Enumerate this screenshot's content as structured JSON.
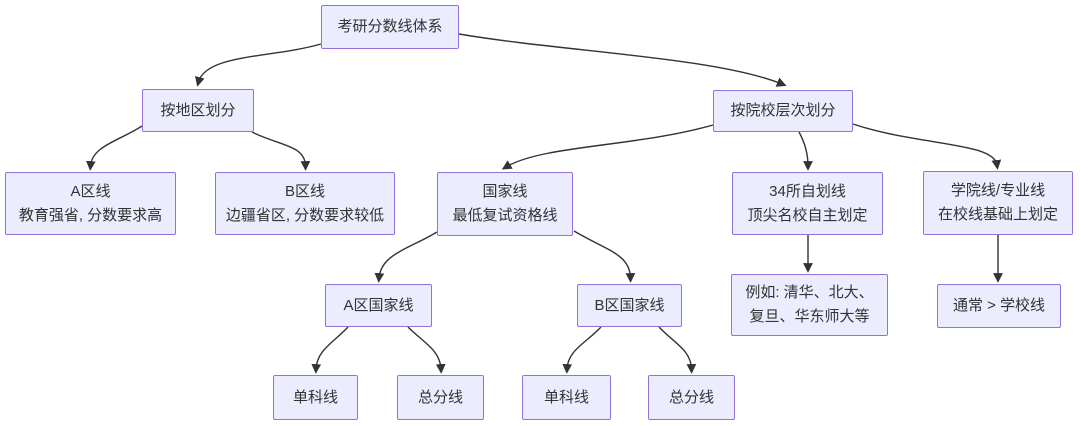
{
  "diagram": {
    "type": "flowchart",
    "direction": "top-down",
    "title": "考研分数线体系",
    "colors": {
      "background": "#ffffff",
      "node_fill": "#ECECFF",
      "node_border": "#9370DB",
      "edge": "#333333",
      "text": "#333333"
    },
    "nodes": {
      "root": {
        "lines": [
          "考研分数线体系"
        ]
      },
      "by_region": {
        "lines": [
          "按地区划分"
        ]
      },
      "by_school": {
        "lines": [
          "按院校层次划分"
        ]
      },
      "zone_a": {
        "lines": [
          "A区线",
          "教育强省, 分数要求高"
        ]
      },
      "zone_b": {
        "lines": [
          "B区线",
          "边疆省区, 分数要求较低"
        ]
      },
      "national": {
        "lines": [
          "国家线",
          "最低复试资格线"
        ]
      },
      "self_drawn": {
        "lines": [
          "34所自划线",
          "顶尖名校自主划定"
        ]
      },
      "college": {
        "lines": [
          "学院线/专业线",
          "在校线基础上划定"
        ]
      },
      "national_a": {
        "lines": [
          "A区国家线"
        ]
      },
      "national_b": {
        "lines": [
          "B区国家线"
        ]
      },
      "examples": {
        "lines": [
          "例如: 清华、北大、",
          "复旦、华东师大等"
        ]
      },
      "usually": {
        "lines": [
          "通常 > 学校线"
        ]
      },
      "single_a": {
        "lines": [
          "单科线"
        ]
      },
      "total_a": {
        "lines": [
          "总分线"
        ]
      },
      "single_b": {
        "lines": [
          "单科线"
        ]
      },
      "total_b": {
        "lines": [
          "总分线"
        ]
      }
    },
    "edges": [
      {
        "from": "root",
        "to": "by_region"
      },
      {
        "from": "root",
        "to": "by_school"
      },
      {
        "from": "by_region",
        "to": "zone_a"
      },
      {
        "from": "by_region",
        "to": "zone_b"
      },
      {
        "from": "by_school",
        "to": "national"
      },
      {
        "from": "by_school",
        "to": "self_drawn"
      },
      {
        "from": "by_school",
        "to": "college"
      },
      {
        "from": "national",
        "to": "national_a"
      },
      {
        "from": "national",
        "to": "national_b"
      },
      {
        "from": "self_drawn",
        "to": "examples"
      },
      {
        "from": "college",
        "to": "usually"
      },
      {
        "from": "national_a",
        "to": "single_a"
      },
      {
        "from": "national_a",
        "to": "total_a"
      },
      {
        "from": "national_b",
        "to": "single_b"
      },
      {
        "from": "national_b",
        "to": "total_b"
      }
    ]
  }
}
